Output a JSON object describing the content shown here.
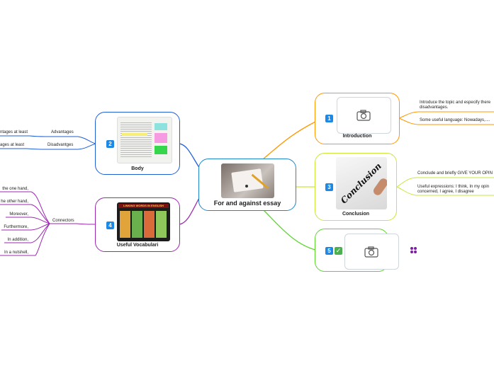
{
  "central": {
    "title": "For and against essay"
  },
  "branches": {
    "body": {
      "number": "2",
      "title": "Body",
      "image_label": "For and against essay worksheet",
      "topics": [
        {
          "label": "Advantages",
          "leaf": "ntages at least"
        },
        {
          "label": "Disadvantges",
          "leaf": "ages at least"
        }
      ]
    },
    "vocab": {
      "number": "4",
      "title": "Useful Vocabulari",
      "image_banner": "LINKING WORDS IN ENGLISH",
      "topic": "Connectors",
      "leaves": [
        "the one hand,",
        "he other hand,",
        "Moreover,",
        "Furthermore,",
        "In addition,",
        "In a nutshell,"
      ]
    },
    "introduction": {
      "number": "1",
      "title": "Introduction",
      "notes": [
        "Introduce the topic and especify there",
        "disadvantages.",
        "Some useful language:  Nowadays,...."
      ]
    },
    "conclusion": {
      "number": "3",
      "title": "Conclusion",
      "image_word": "Conclusion",
      "notes": [
        "Conclude and briefly  GIVE YOUR OPIN",
        "Useful expressions: I think, In my opin",
        "concerned, I agree, I disagree"
      ]
    },
    "fifth": {
      "number": "5",
      "check": "✓"
    }
  },
  "colors": {
    "central": "#1e88c8",
    "body": "#1e5fd6",
    "vocab": "#9c27b0",
    "introduction": "#ff9800",
    "conclusion": "#c6e83a",
    "fifth": "#5ed630",
    "badge": "#1e88e5"
  },
  "icons": [
    "camera-icon",
    "check-icon",
    "clover-icon",
    "pencil-icon"
  ]
}
